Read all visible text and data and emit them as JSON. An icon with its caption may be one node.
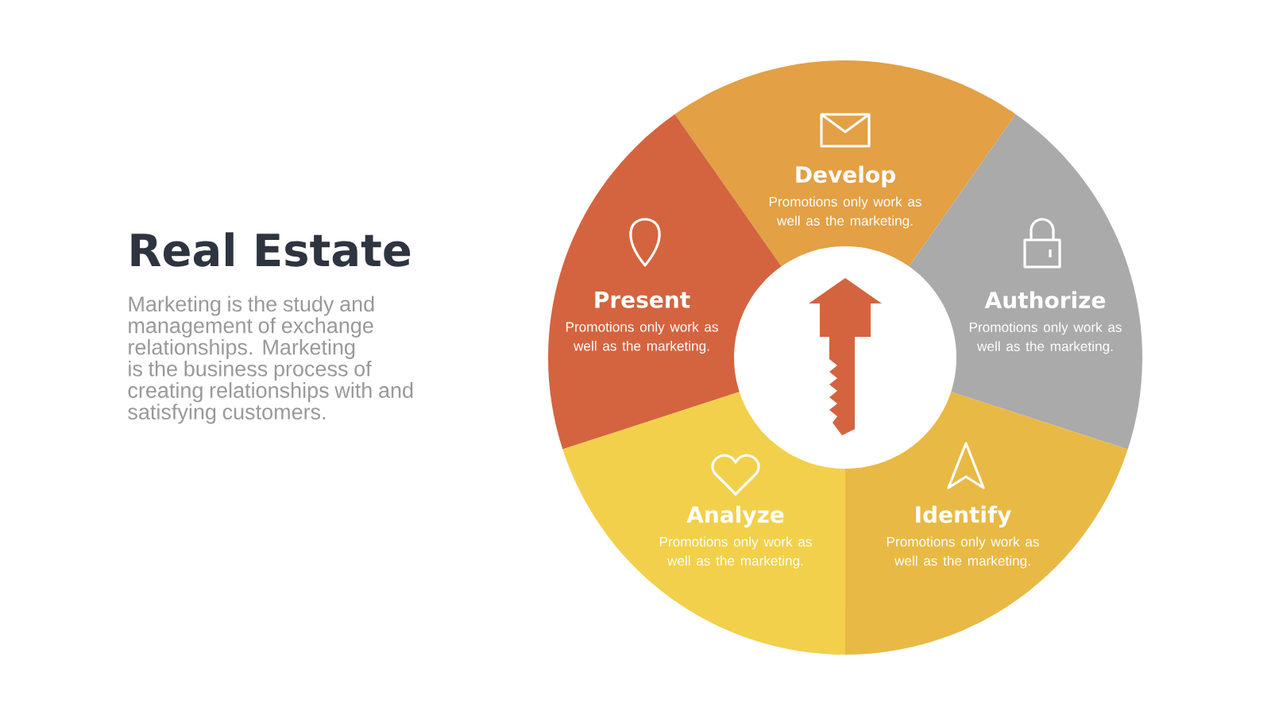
{
  "diagram": {
    "title": "Real Estate",
    "nodes": [
      {
        "text": [
          "Develop",
          "Promotions only work as well as the marketing."
        ]
      },
      {
        "text": [
          "Present",
          "Promotions only work as well as the marketing."
        ]
      },
      {
        "text": [
          "Authorize",
          "Promotions only work as well as the marketing."
        ]
      },
      {
        "text": [
          "Analyze",
          "Promotions only work as well as the marketing."
        ]
      },
      {
        "text": [
          "Identify",
          "Promotions only work as well as the marketing."
        ]
      }
    ],
    "labels": [
      "Marketing is the study and management of exchange relationships. Marketing is the business process of creating relationships with and satisfying customers."
    ]
  }
}
